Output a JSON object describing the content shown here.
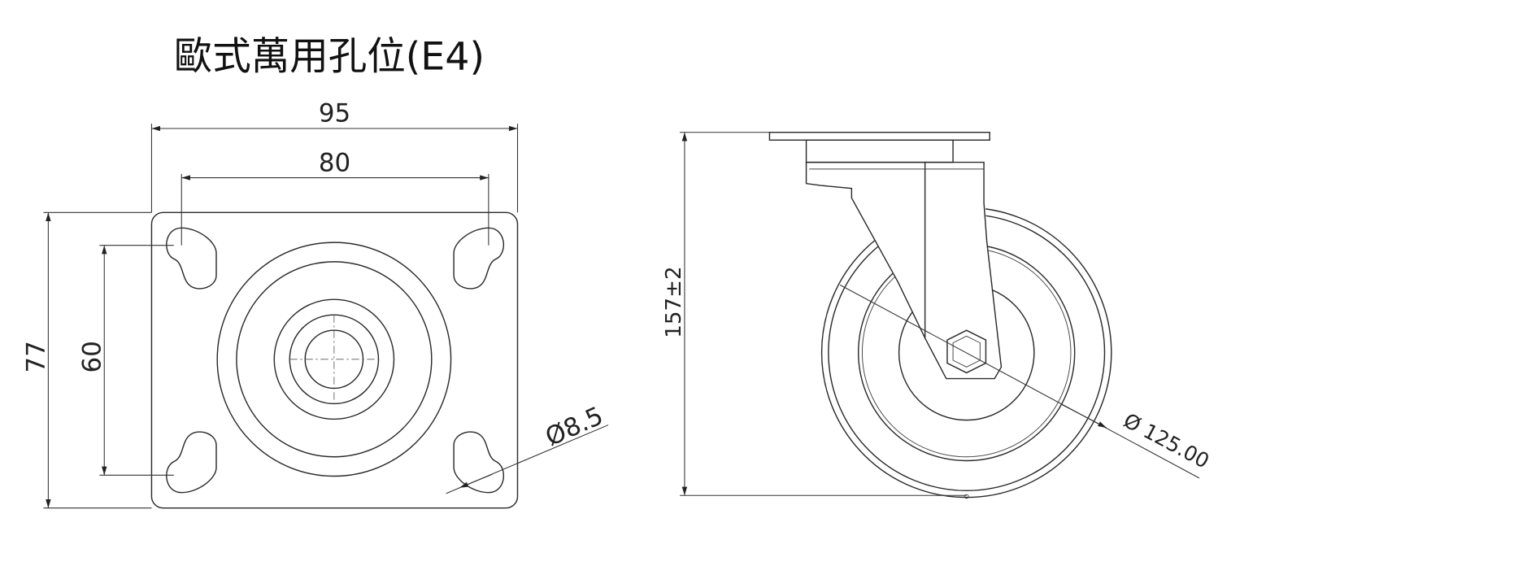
{
  "title": "歐式萬用孔位(E4)",
  "plate_view": {
    "width_overall": "95",
    "hole_spacing_x": "80",
    "height_overall": "77",
    "hole_spacing_y": "60",
    "hole_diameter": "Ø8.5"
  },
  "side_view": {
    "height": "157±2",
    "wheel_diameter": "Ø 125.00"
  }
}
